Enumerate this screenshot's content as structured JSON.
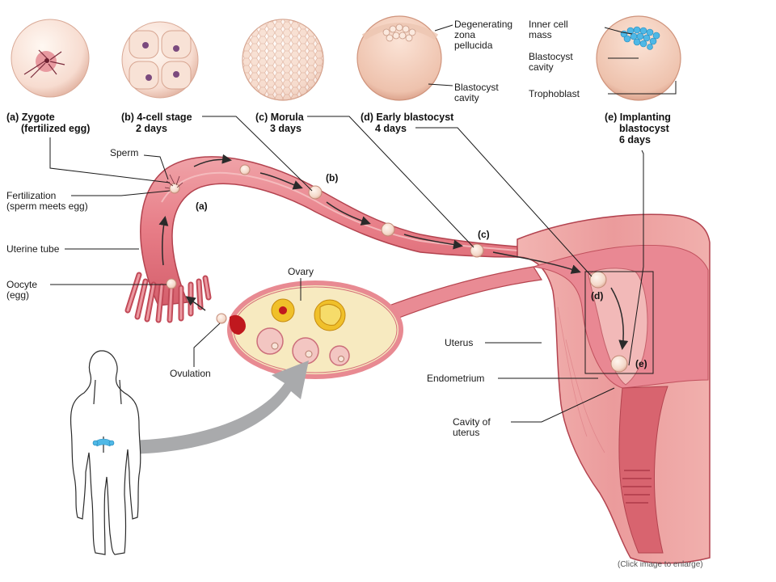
{
  "stages": [
    {
      "id": "a",
      "name": "(a) Zygote",
      "detail": "(fertilized egg)"
    },
    {
      "id": "b",
      "name": "(b) 4-cell stage",
      "detail": "2 days"
    },
    {
      "id": "c",
      "name": "(c) Morula",
      "detail": "3 days"
    },
    {
      "id": "d",
      "name": "(d) Early blastocyst",
      "detail": "4 days"
    },
    {
      "id": "e",
      "name": "(e) Implanting",
      "detail": "blastocyst",
      "detail2": "6 days"
    }
  ],
  "labels": {
    "degenerating": "Degenerating",
    "zona": "zona",
    "pellucida": "pellucida",
    "blastocyst_cavity_1": "Blastocyst",
    "blastocyst_cavity_2": "cavity",
    "inner_cell_1": "Inner cell",
    "inner_cell_2": "mass",
    "blastocyst_cavity_e1": "Blastocyst",
    "blastocyst_cavity_e2": "cavity",
    "trophoblast": "Trophoblast",
    "sperm": "Sperm",
    "fertilization_1": "Fertilization",
    "fertilization_2": "(sperm meets egg)",
    "uterine_tube": "Uterine tube",
    "oocyte_1": "Oocyte",
    "oocyte_2": "(egg)",
    "ovary": "Ovary",
    "ovulation": "Ovulation",
    "uterus": "Uterus",
    "endometrium": "Endometrium",
    "cavity_1": "Cavity of",
    "cavity_2": "uterus"
  },
  "letters": {
    "a": "(a)",
    "b": "(b)",
    "c": "(c)",
    "d": "(d)",
    "e": "(e)"
  },
  "caption": "(Click image to enlarge)",
  "colors": {
    "tissue": "#e8828c",
    "tissue_dark": "#c9505e",
    "ovary_fill": "#f7eac0",
    "ovary_edge": "#e88a92",
    "egg": "#f3d6c8",
    "inner_cell_mass": "#4fb8e6",
    "follicle": "#f0c02a",
    "rupture": "#c0181e",
    "arrow_gray": "#a9aaac"
  }
}
